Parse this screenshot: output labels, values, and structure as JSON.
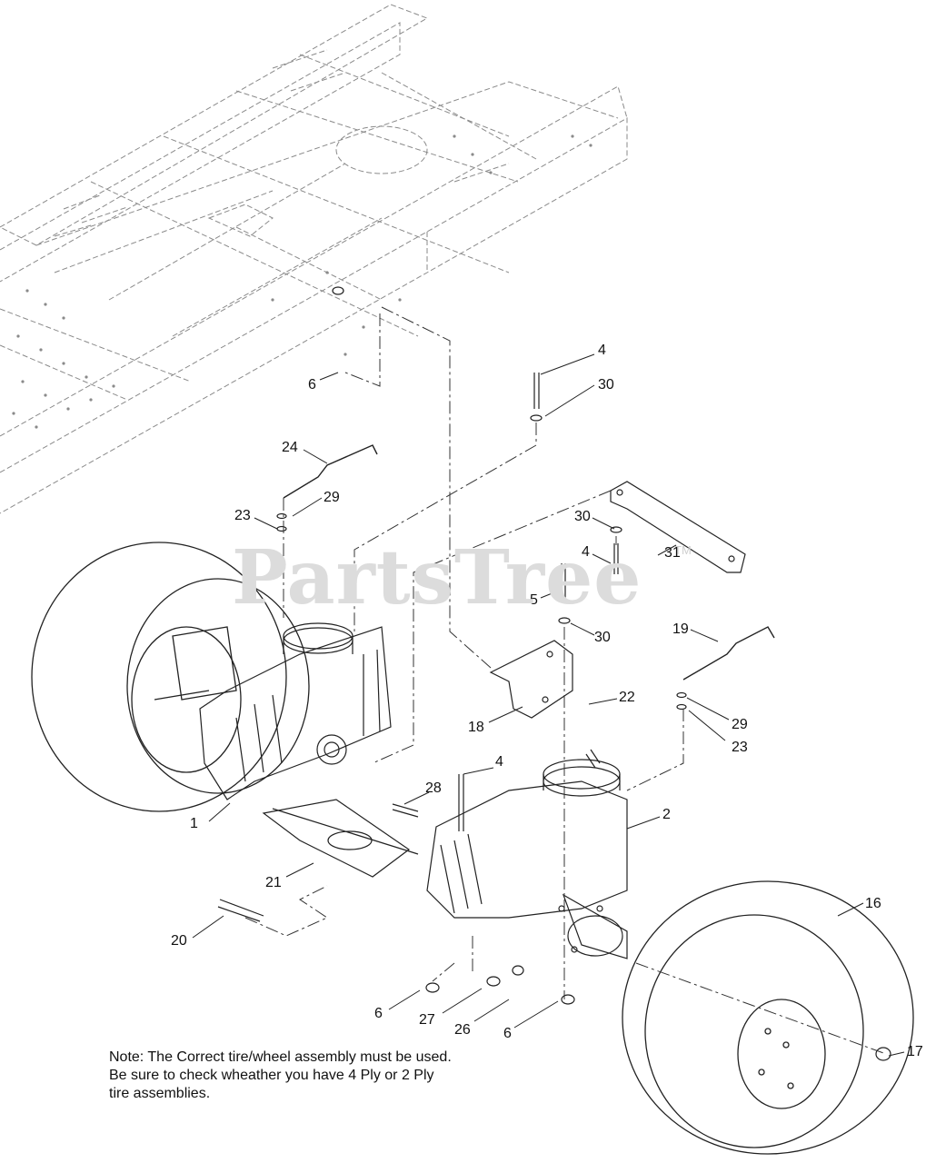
{
  "watermark": {
    "text": "PartsTree",
    "tm": "TM"
  },
  "callouts": [
    {
      "id": "c-4-top",
      "label": "4"
    },
    {
      "id": "c-30-top",
      "label": "30"
    },
    {
      "id": "c-6-top",
      "label": "6"
    },
    {
      "id": "c-24",
      "label": "24"
    },
    {
      "id": "c-29-left",
      "label": "29"
    },
    {
      "id": "c-23-left",
      "label": "23"
    },
    {
      "id": "c-30-mid",
      "label": "30"
    },
    {
      "id": "c-4-mid",
      "label": "4"
    },
    {
      "id": "c-31",
      "label": "31"
    },
    {
      "id": "c-5",
      "label": "5"
    },
    {
      "id": "c-30-low",
      "label": "30"
    },
    {
      "id": "c-19",
      "label": "19"
    },
    {
      "id": "c-22",
      "label": "22"
    },
    {
      "id": "c-18",
      "label": "18"
    },
    {
      "id": "c-29-right",
      "label": "29"
    },
    {
      "id": "c-23-right",
      "label": "23"
    },
    {
      "id": "c-4-low",
      "label": "4"
    },
    {
      "id": "c-28",
      "label": "28"
    },
    {
      "id": "c-2",
      "label": "2"
    },
    {
      "id": "c-1",
      "label": "1"
    },
    {
      "id": "c-21",
      "label": "21"
    },
    {
      "id": "c-20",
      "label": "20"
    },
    {
      "id": "c-16",
      "label": "16"
    },
    {
      "id": "c-6-left",
      "label": "6"
    },
    {
      "id": "c-27",
      "label": "27"
    },
    {
      "id": "c-26",
      "label": "26"
    },
    {
      "id": "c-6-right",
      "label": "6"
    },
    {
      "id": "c-17",
      "label": "17"
    }
  ],
  "note": {
    "line1": "Note: The Correct tire/wheel assembly must be used.",
    "line2": "Be sure to check wheather you have 4 Ply or 2 Ply",
    "line3": "tire assemblies."
  }
}
